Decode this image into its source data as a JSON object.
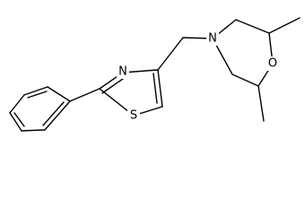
{
  "molecule": {
    "atom_labels": {
      "thiazole_nitrogen": "N",
      "thiazole_sulfur": "S",
      "morpholine_nitrogen": "N",
      "morpholine_oxygen": "O"
    },
    "bond_color": "#000000",
    "background": "#ffffff"
  }
}
